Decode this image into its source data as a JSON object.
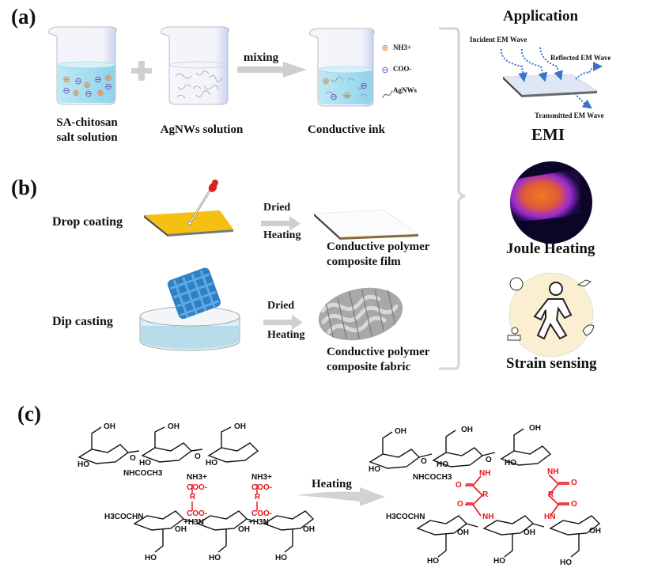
{
  "panels": {
    "a": {
      "label": "(a)",
      "beaker1_label_line1": "SA-chitosan",
      "beaker1_label_line2": "salt solution",
      "beaker2_label": "AgNWs solution",
      "arrow_label": "mixing",
      "beaker3_label": "Conductive ink",
      "legend": [
        {
          "symbol": "plus-ion",
          "text": "NH3+",
          "color": "#e87b2a"
        },
        {
          "symbol": "minus-ion",
          "text": "COO-",
          "color": "#7a3fb5"
        },
        {
          "symbol": "nanowire",
          "text": "AgNWs",
          "color": "#777777"
        }
      ]
    },
    "b": {
      "label": "(b)",
      "rows": [
        {
          "method": "Drop coating",
          "step_top": "Dried",
          "step_bottom": "Heating",
          "product_line1": "Conductive polymer",
          "product_line2": "composite film"
        },
        {
          "method": "Dip casting",
          "step_top": "Dried",
          "step_bottom": "Heating",
          "product_line1": "Conductive polymer",
          "product_line2": "composite fabric"
        }
      ]
    },
    "application": {
      "title": "Application",
      "emi": {
        "incident": "Incident EM Wave",
        "reflected": "Reflected EM Wave",
        "transmitted": "Transmitted EM Wave",
        "label": "EMI"
      },
      "joule_label": "Joule Heating",
      "strain_label": "Strain sensing"
    },
    "c": {
      "label": "(c)",
      "arrow_label": "Heating",
      "left": {
        "oh": "OH",
        "ho": "HO",
        "o": "O",
        "nhcoch3": "NHCOCH3",
        "h3cochn": "H3COCHN",
        "nh3plus": "NH3+",
        "plush3n": "+H3N",
        "coo_minus": "COO-",
        "r": "R"
      },
      "right": {
        "nh": "NH",
        "hn": "HN",
        "o": "O",
        "r": "R"
      }
    }
  },
  "colors": {
    "accent_red": "#e8141c",
    "plus_ion": "#e87b2a",
    "minus_ion": "#7a3fb5",
    "solution": "#a8dff0",
    "film_yellow": "#f5c012",
    "fabric_blue": "#2f7fc4",
    "arrow_gray": "#cfcfcf",
    "wave_blue": "#3a73c9"
  }
}
